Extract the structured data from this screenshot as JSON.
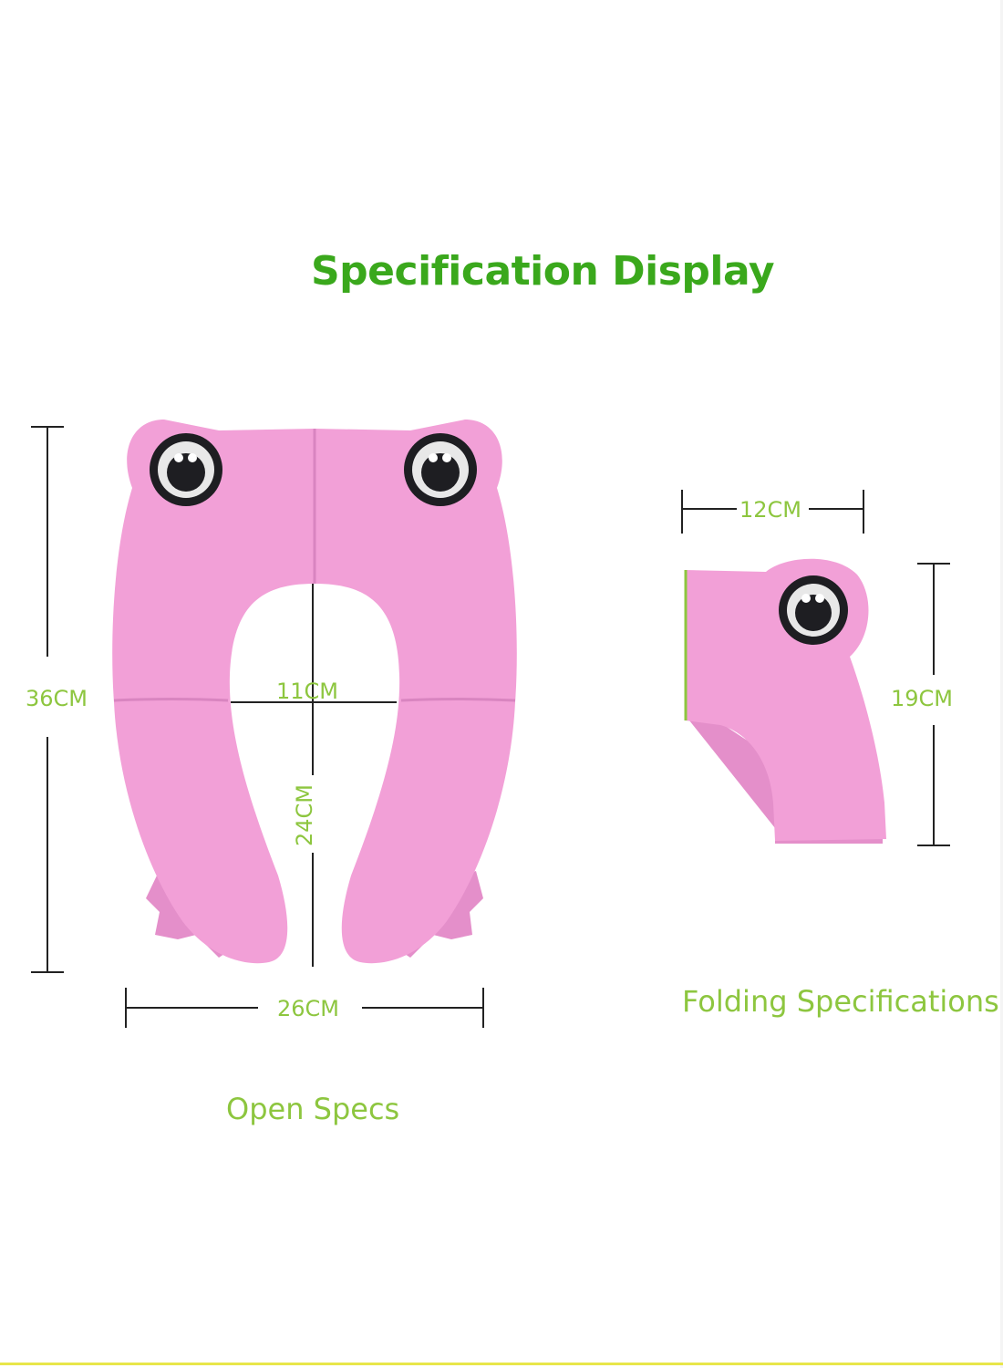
{
  "title": "Specification Display",
  "open_specs": {
    "caption": "Open Specs",
    "height": "36CM",
    "width": "26CM",
    "opening_width": "11CM",
    "opening_length": "24CM"
  },
  "folding_specs": {
    "caption": "Folding Specifications",
    "width": "12CM",
    "height": "19CM"
  },
  "colors": {
    "title_green": "#3aa81c",
    "label_green": "#8dc63f",
    "seat_pink": "#f2a0d7",
    "seat_shadow": "#e48fca",
    "line": "#222222",
    "bottom_rule": "#e8e64a"
  }
}
